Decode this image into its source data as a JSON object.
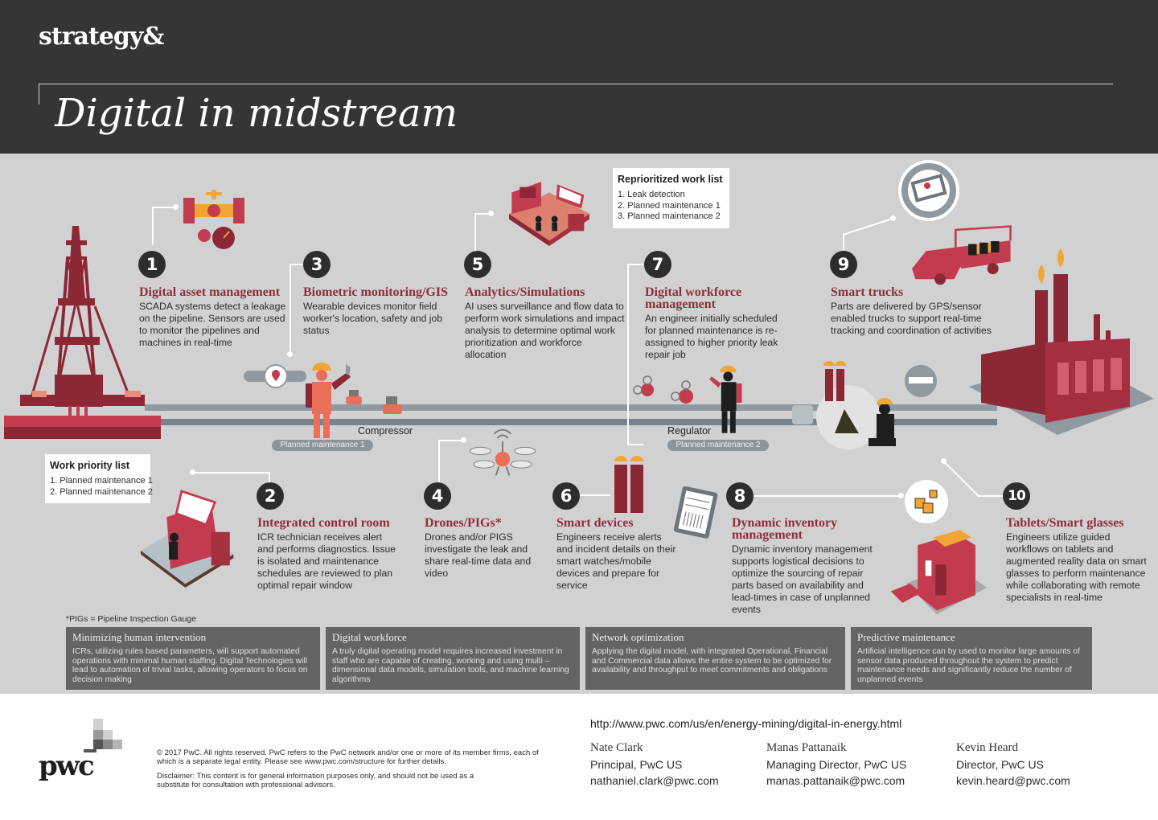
{
  "header": {
    "brand": "strategy&",
    "title": "Digital in midstream"
  },
  "colors": {
    "header_bg": "#343537",
    "main_bg": "#d2d1d2",
    "accent_red": "#8e2e3c",
    "illustration_red": "#c33b4f",
    "dark_red": "#8c2736",
    "orange": "#f0a534",
    "salmon": "#ea6e58",
    "pipe_gray": "#8f999f",
    "theme_box": "#646465",
    "badge": "#2d2d2e"
  },
  "steps": [
    {
      "number": "1",
      "title": "Digital asset management",
      "description": "SCADA systems detect a leakage on the pipeline. Sensors are used to monitor the pipelines and machines in real-time",
      "icon": "valve-gauge-icon"
    },
    {
      "number": "2",
      "title": "Integrated control room",
      "description": "ICR technician receives alert and performs diagnostics. Issue is isolated and maintenance schedules are reviewed to plan optimal repair window",
      "icon": "control-room-icon"
    },
    {
      "number": "3",
      "title": "Biometric monitoring/GIS",
      "description": "Wearable devices monitor field worker's location, safety and job status",
      "icon": "smartwatch-map-icon"
    },
    {
      "number": "4",
      "title": "Drones/PIGs*",
      "description": "Drones and/or PIGS investigate the leak and share real-time data and video",
      "icon": "drone-icon"
    },
    {
      "number": "5",
      "title": "Analytics/Simulations",
      "description": "AI uses surveillance and flow data to perform work simulations and impact analysis to determine optimal work prioritization and workforce allocation",
      "icon": "analytics-room-icon"
    },
    {
      "number": "6",
      "title": "Smart devices",
      "description": "Engineers receive alerts and incident details on their smart watches/mobile devices and prepare for service",
      "icon": "tablet-icon"
    },
    {
      "number": "7",
      "title": "Digital workforce management",
      "description": "An engineer initially scheduled for planned maintenance is re-assigned to higher priority leak repair job",
      "icon": "engineer-icon"
    },
    {
      "number": "8",
      "title": "Dynamic inventory management",
      "description": "Dynamic inventory management supports logistical decisions to optimize the sourcing of repair parts based on availability and lead-times in case of unplanned events",
      "icon": "warehouse-icon"
    },
    {
      "number": "9",
      "title": "Smart trucks",
      "description": "Parts are delivered by GPS/sensor enabled trucks to support real-time tracking and coordination of activities",
      "icon": "truck-icon"
    },
    {
      "number": "10",
      "title": "Tablets/Smart glasses",
      "description": "Engineers utilize guided workflows on tablets and augmented reality data on smart glasses to perform maintenance while collaborating with remote specialists in real-time",
      "icon": "smart-glasses-icon"
    }
  ],
  "callouts": {
    "reprioritized": {
      "title": "Reprioritized work list",
      "items": [
        "1. Leak detection",
        "2. Planned maintenance 1",
        "3. Planned maintenance 2"
      ]
    },
    "work_priority": {
      "title": "Work priority list",
      "items": [
        "1. Planned maintenance 1",
        "2. Planned maintenance 2"
      ]
    }
  },
  "scene_labels": {
    "compressor": "Compressor",
    "regulator": "Regulator",
    "planned_1": "Planned maintenance 1",
    "planned_2": "Planned maintenance 2"
  },
  "footnote": "*PIGs = Pipeline Inspection Gauge",
  "themes": [
    {
      "title": "Minimizing human intervention",
      "text": "ICRs, utilizing rules based parameters, will support automated operations with minimal human staffing. Digital Technologies will lead to automation of trivial tasks, allowing operators to focus on decision making"
    },
    {
      "title": "Digital workforce",
      "text": "A truly digital operating model requires increased investment in staff who are capable of creating, working and using multi – dimensional data models, simulation tools, and machine learning algorithms"
    },
    {
      "title": "Network optimization",
      "text": "Applying the digital model, with integrated Operational, Financial and Commercial data allows the entire system to be optimized for availability and throughput to meet commitments and obligations"
    },
    {
      "title": "Predictive maintenance",
      "text": "Artificial intelligence can by used to monitor large amounts of sensor data produced throughout the system to predict maintenance needs and significantly reduce the number of unplanned events"
    }
  ],
  "footer": {
    "logo_text": "pwc",
    "copyright": "© 2017 PwC. All rights reserved. PwC refers to the PwC network and/or one or more of its member firms, each of which is a separate legal entity. Please see www.pwc.com/structure for further details.",
    "disclaimer": "Disclaimer: This content is for general information purposes only, and should not be used as a substitute for consultation with professional advisors.",
    "url": "http://www.pwc.com/us/en/energy-mining/digital-in-energy.html",
    "contacts": [
      {
        "name": "Nate Clark",
        "role": "Principal, PwC US",
        "email": "nathaniel.clark@pwc.com"
      },
      {
        "name": "Manas Pattanaik",
        "role": "Managing Director, PwC US",
        "email": "manas.pattanaik@pwc.com"
      },
      {
        "name": "Kevin Heard",
        "role": "Director, PwC US",
        "email": "kevin.heard@pwc.com"
      }
    ]
  }
}
